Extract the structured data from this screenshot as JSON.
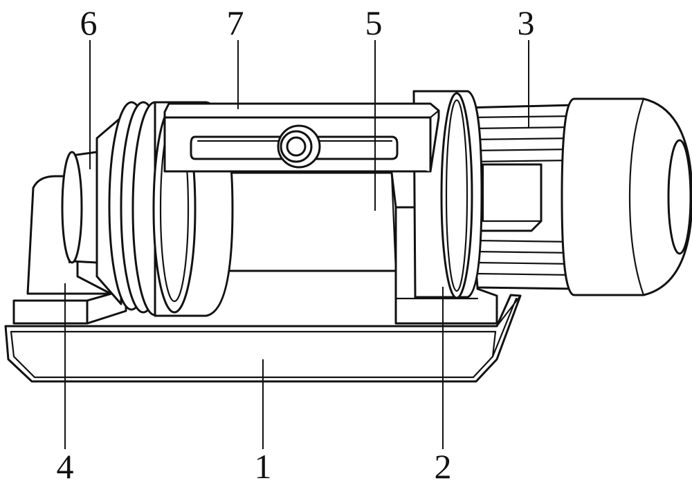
{
  "figure": {
    "callouts": [
      {
        "id": "label-1",
        "text": "1"
      },
      {
        "id": "label-2",
        "text": "2"
      },
      {
        "id": "label-3",
        "text": "3"
      },
      {
        "id": "label-4",
        "text": "4"
      },
      {
        "id": "label-5",
        "text": "5"
      },
      {
        "id": "label-6",
        "text": "6"
      },
      {
        "id": "label-7",
        "text": "7"
      }
    ]
  }
}
